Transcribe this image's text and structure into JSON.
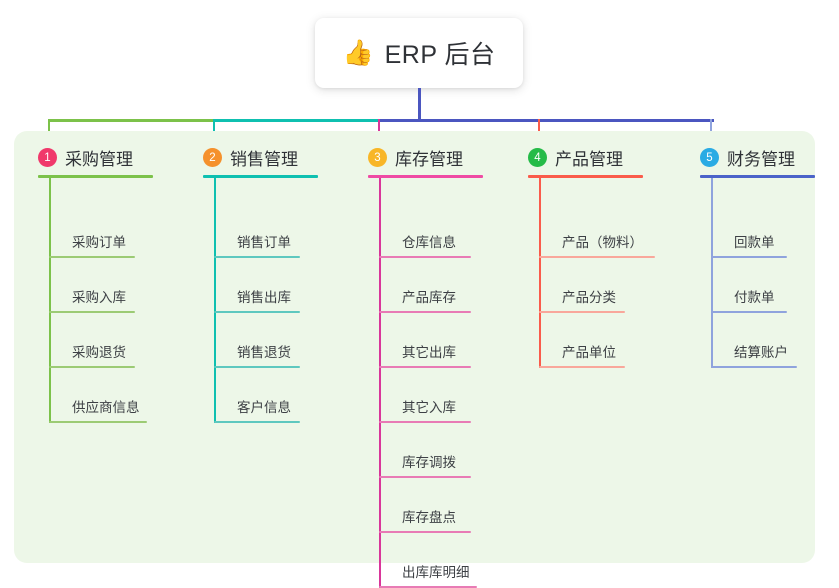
{
  "root": {
    "emoji": "👍",
    "emoji_name": "thumbs-up-icon",
    "title": "ERP 后台"
  },
  "theme": {
    "page_bg": "#ffffff",
    "panel_bg": "#edf7e8",
    "card_bg": "#ffffff",
    "text": "#2f3237",
    "leaf_text": "#3d4045",
    "root_stem": "#4b56c0"
  },
  "trunk": {
    "segments": [
      {
        "name": "trunk-segment-green",
        "color": "#7cc24a"
      },
      {
        "name": "trunk-segment-teal",
        "color": "#0fc0b0"
      },
      {
        "name": "trunk-segment-blue",
        "color": "#4b56c0"
      }
    ]
  },
  "columns": [
    {
      "index": "1",
      "badge_color": "#f0396b",
      "rule_color": "#7cc24a",
      "leaf_color": "#9ccb74",
      "spine_color": "#7cc24a",
      "title": "采购管理",
      "leaves": [
        {
          "label": "采购订单",
          "rule_width": 86
        },
        {
          "label": "采购入库",
          "rule_width": 86
        },
        {
          "label": "采购退货",
          "rule_width": 86
        },
        {
          "label": "供应商信息",
          "rule_width": 98
        }
      ]
    },
    {
      "index": "2",
      "badge_color": "#f5912c",
      "rule_color": "#0fc0b0",
      "leaf_color": "#5ec8bf",
      "spine_color": "#0fc0b0",
      "title": "销售管理",
      "leaves": [
        {
          "label": "销售订单",
          "rule_width": 86
        },
        {
          "label": "销售出库",
          "rule_width": 86
        },
        {
          "label": "销售退货",
          "rule_width": 86
        },
        {
          "label": "客户信息",
          "rule_width": 86
        }
      ]
    },
    {
      "index": "3",
      "badge_color": "#f8b627",
      "rule_color": "#ef4ba4",
      "leaf_color": "#e87bb5",
      "spine_color": "#d9369a",
      "title": "库存管理",
      "leaves": [
        {
          "label": "仓库信息",
          "rule_width": 92
        },
        {
          "label": "产品库存",
          "rule_width": 92
        },
        {
          "label": "其它出库",
          "rule_width": 92
        },
        {
          "label": "其它入库",
          "rule_width": 92
        },
        {
          "label": "库存调拨",
          "rule_width": 92
        },
        {
          "label": "库存盘点",
          "rule_width": 92
        },
        {
          "label": "出库库明细",
          "rule_width": 98
        }
      ]
    },
    {
      "index": "4",
      "badge_color": "#25bb48",
      "rule_color": "#fa5c4b",
      "leaf_color": "#f9a79b",
      "spine_color": "#fa5c4b",
      "title": "产品管理",
      "leaves": [
        {
          "label": "产品（物料）",
          "rule_width": 116
        },
        {
          "label": "产品分类",
          "rule_width": 86
        },
        {
          "label": "产品单位",
          "rule_width": 86
        }
      ]
    },
    {
      "index": "5",
      "badge_color": "#2aabe4",
      "rule_color": "#4b63c9",
      "leaf_color": "#8fa3dd",
      "spine_color": "#8fa3dd",
      "title": "财务管理",
      "leaves": [
        {
          "label": "回款单",
          "rule_width": 76
        },
        {
          "label": "付款单",
          "rule_width": 76
        },
        {
          "label": "结算账户",
          "rule_width": 86
        }
      ]
    }
  ]
}
